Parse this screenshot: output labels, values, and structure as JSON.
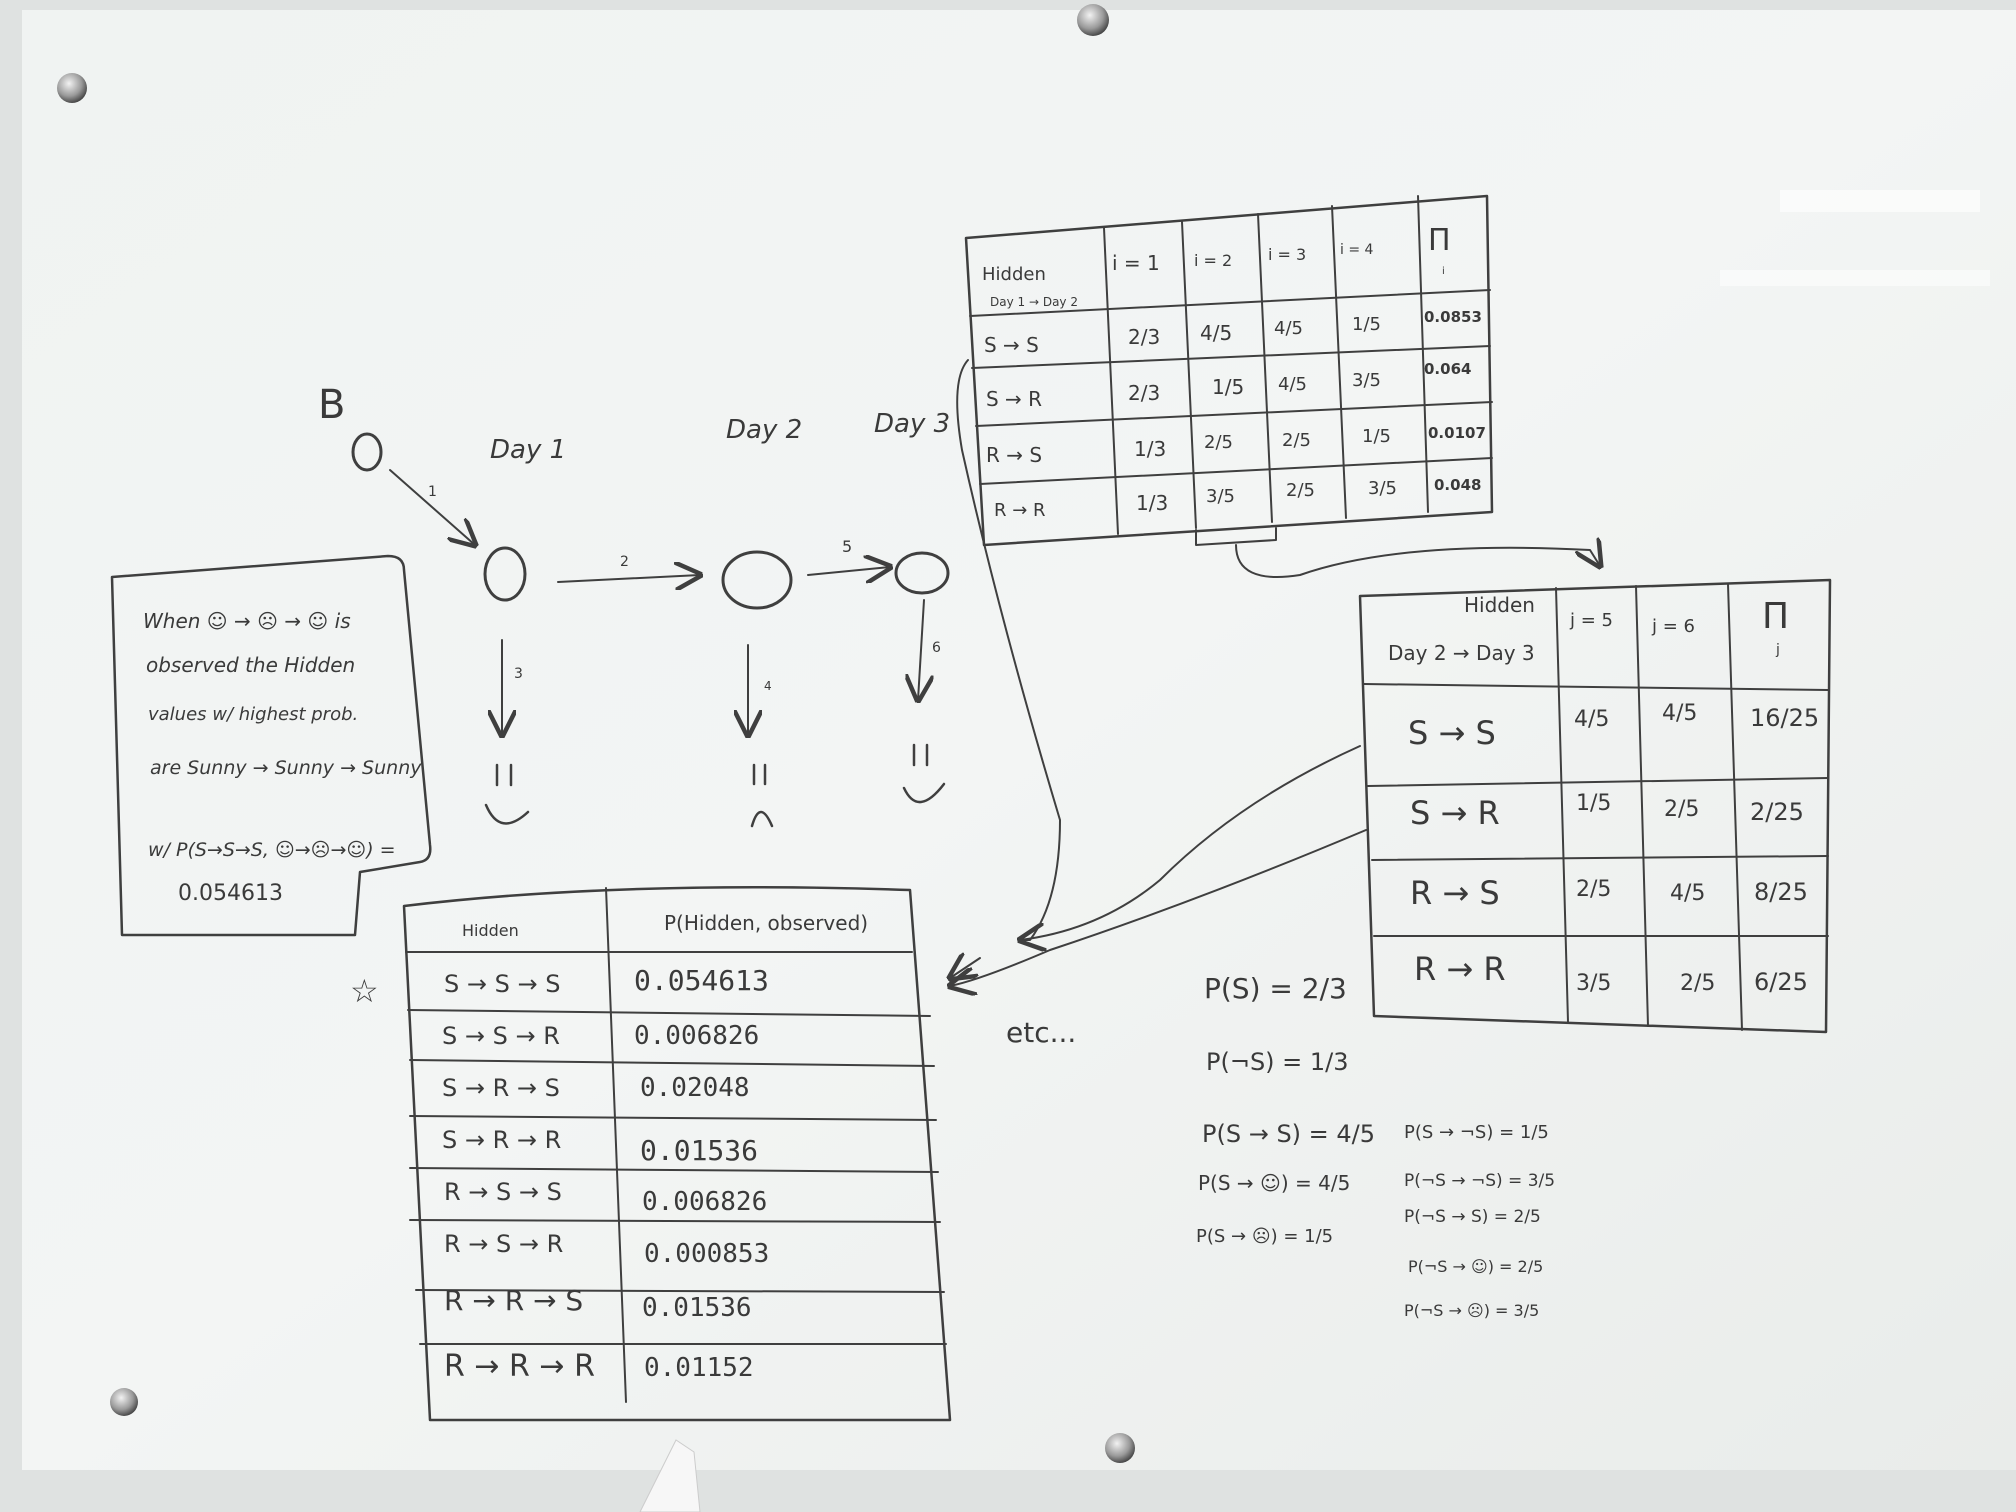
{
  "hmm": {
    "start_label": "B",
    "days": [
      "Day 1",
      "Day 2",
      "Day 3"
    ],
    "edge_labels": [
      "1",
      "2",
      "5",
      "3",
      "4",
      "6"
    ]
  },
  "note": {
    "lines": [
      "When ☺ → ☹ → ☺ is",
      "observed the Hidden",
      "values w/ highest prob.",
      "are Sunny → Sunny → Sunny",
      "w/ P(S→S→S, ☺→☹→☺) =",
      "0.054613"
    ]
  },
  "table1": {
    "header": [
      "Hidden",
      "i = 1",
      "i = 2",
      "i = 3",
      "i = 4",
      "Π"
    ],
    "subheader": "Day 1 → Day 2",
    "pi_sub": "i",
    "rows": [
      [
        "S → S",
        "2/3",
        "4/5",
        "4/5",
        "1/5",
        "0.0853"
      ],
      [
        "S → R",
        "2/3",
        "1/5",
        "4/5",
        "3/5",
        "0.064"
      ],
      [
        "R → S",
        "1/3",
        "2/5",
        "2/5",
        "1/5",
        "0.0107"
      ],
      [
        "R → R",
        "1/3",
        "3/5",
        "2/5",
        "3/5",
        "0.048"
      ]
    ]
  },
  "table2": {
    "header": [
      "Hidden",
      "j = 5",
      "j = 6",
      "Π"
    ],
    "subheader": "Day 2 → Day 3",
    "pi_sub": "j",
    "rows": [
      [
        "S → S",
        "4/5",
        "4/5",
        "16/25"
      ],
      [
        "S → R",
        "1/5",
        "2/5",
        "2/25"
      ],
      [
        "R → S",
        "2/5",
        "4/5",
        "8/25"
      ],
      [
        "R → R",
        "3/5",
        "2/5",
        "6/25"
      ]
    ]
  },
  "table3": {
    "header": [
      "Hidden",
      "P(Hidden, observed)"
    ],
    "rows": [
      [
        "S → S → S",
        "0.054613"
      ],
      [
        "S → S → R",
        "0.006826"
      ],
      [
        "S → R → S",
        "0.02048"
      ],
      [
        "S → R → R",
        "0.01536"
      ],
      [
        "R → S → S",
        "0.006826"
      ],
      [
        "R → S → R",
        "0.000853"
      ],
      [
        "R → R → S",
        "0.01536"
      ],
      [
        "R → R → R",
        "0.01152"
      ]
    ],
    "star": "☆"
  },
  "etc_label": "etc...",
  "probs": {
    "left": [
      "P(S) = 2/3",
      "P(¬S) = 1/3",
      "P(S → S) = 4/5",
      "P(S → ☺) = 4/5",
      "P(S → ☹) = 1/5"
    ],
    "right": [
      "P(S → ¬S) = 1/5",
      "P(¬S → ¬S) = 3/5",
      "P(¬S → S) = 2/5",
      "P(¬S → ☺) = 2/5",
      "P(¬S → ☹) = 3/5"
    ]
  },
  "colors": {
    "board": "#eef1f0",
    "ink": "#3f3f3f",
    "bolt": "#8a8a8a"
  }
}
